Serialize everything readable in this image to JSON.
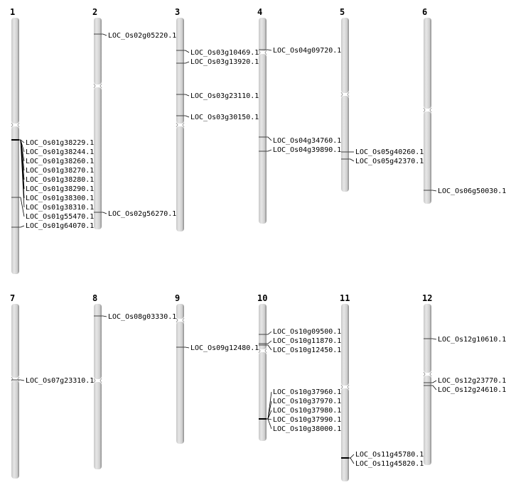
{
  "colors": {
    "chromosome_fill": "#d4d4d4",
    "chromosome_shadow": "#8a8a8a",
    "marker": "#000000"
  },
  "chromosomes": [
    {
      "label": "1",
      "markers": [
        {
          "genes": [
            "LOC_Os01g38229.1",
            "LOC_Os01g38244.1",
            "LOC_Os01g38260.1",
            "LOC_Os01g38270.1",
            "LOC_Os01g38280.1",
            "LOC_Os01g38290.1",
            "LOC_Os01g38300.1",
            "LOC_Os01g38310.1"
          ]
        },
        {
          "genes": [
            "LOC_Os01g55470.1"
          ]
        },
        {
          "genes": [
            "LOC_Os01g64070.1"
          ]
        }
      ]
    },
    {
      "label": "2",
      "markers": [
        {
          "genes": [
            "LOC_Os02g05220.1"
          ]
        },
        {
          "genes": [
            "LOC_Os02g56270.1"
          ]
        }
      ]
    },
    {
      "label": "3",
      "markers": [
        {
          "genes": [
            "LOC_Os03g10469.1"
          ]
        },
        {
          "genes": [
            "LOC_Os03g13920.1"
          ]
        },
        {
          "genes": [
            "LOC_Os03g23110.1"
          ]
        },
        {
          "genes": [
            "LOC_Os03g30150.1"
          ]
        }
      ]
    },
    {
      "label": "4",
      "markers": [
        {
          "genes": [
            "LOC_Os04g09720.1"
          ]
        },
        {
          "genes": [
            "LOC_Os04g34760.1"
          ]
        },
        {
          "genes": [
            "LOC_Os04g39890.1"
          ]
        }
      ]
    },
    {
      "label": "5",
      "markers": [
        {
          "genes": [
            "LOC_Os05g40260.1"
          ]
        },
        {
          "genes": [
            "LOC_Os05g42370.1"
          ]
        }
      ]
    },
    {
      "label": "6",
      "markers": [
        {
          "genes": [
            "LOC_Os06g50030.1"
          ]
        }
      ]
    },
    {
      "label": "7",
      "markers": [
        {
          "genes": [
            "LOC_Os07g23310.1"
          ]
        }
      ]
    },
    {
      "label": "8",
      "markers": [
        {
          "genes": [
            "LOC_Os08g03330.1"
          ]
        }
      ]
    },
    {
      "label": "9",
      "markers": [
        {
          "genes": [
            "LOC_Os09g12480.1"
          ]
        }
      ]
    },
    {
      "label": "10",
      "markers": [
        {
          "genes": [
            "LOC_Os10g09500.1"
          ]
        },
        {
          "genes": [
            "LOC_Os10g11870.1"
          ]
        },
        {
          "genes": [
            "LOC_Os10g12450.1"
          ]
        },
        {
          "genes": [
            "LOC_Os10g37960.1",
            "LOC_Os10g37970.1",
            "LOC_Os10g37980.1",
            "LOC_Os10g37990.1",
            "LOC_Os10g38000.1"
          ]
        }
      ]
    },
    {
      "label": "11",
      "markers": [
        {
          "genes": [
            "LOC_Os11g45780.1",
            "LOC_Os11g45820.1"
          ]
        }
      ]
    },
    {
      "label": "12",
      "markers": [
        {
          "genes": [
            "LOC_Os12g10610.1"
          ]
        },
        {
          "genes": [
            "LOC_Os12g23770.1"
          ]
        },
        {
          "genes": [
            "LOC_Os12g24610.1"
          ]
        }
      ]
    }
  ]
}
